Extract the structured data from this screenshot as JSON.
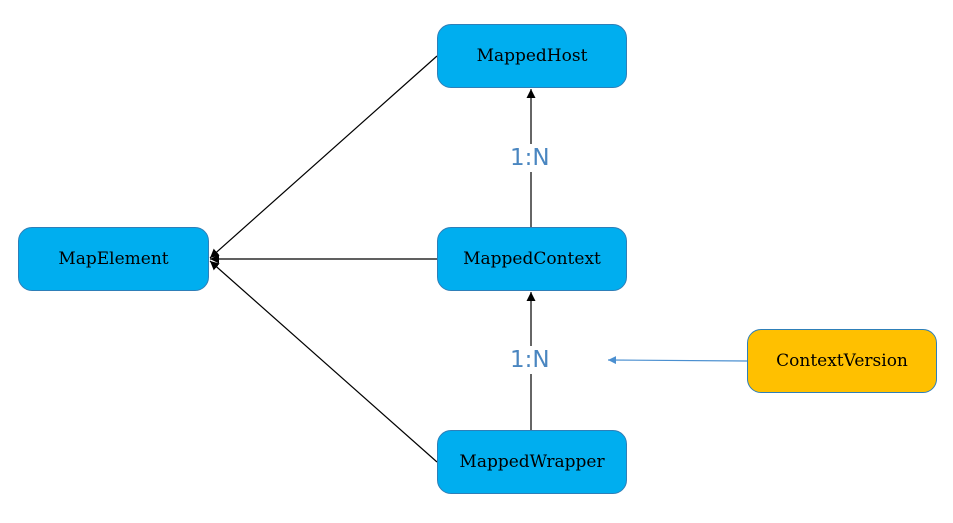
{
  "nodes": {
    "mapped_host": "MappedHost",
    "map_element": "MapElement",
    "mapped_context": "MappedContext",
    "mapped_wrapper": "MappedWrapper",
    "context_version": "ContextVersion"
  },
  "relations": {
    "host_context": "1:N",
    "context_wrapper": "1:N"
  },
  "colors": {
    "node_blue": "#00aeef",
    "node_yellow": "#ffc000",
    "node_border": "#2e7fb8",
    "label_text": "#4a86c0",
    "connector_black": "#000000",
    "connector_blue": "#4a8fd0"
  }
}
